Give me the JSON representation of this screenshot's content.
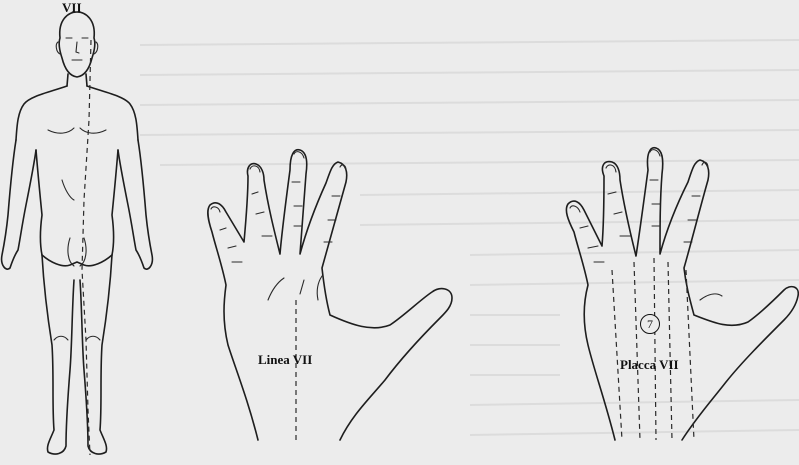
{
  "figure": {
    "body_label": "VII",
    "hand_left_label": "Linea VII",
    "hand_right_label": "Placca VII",
    "point_number": "7"
  }
}
